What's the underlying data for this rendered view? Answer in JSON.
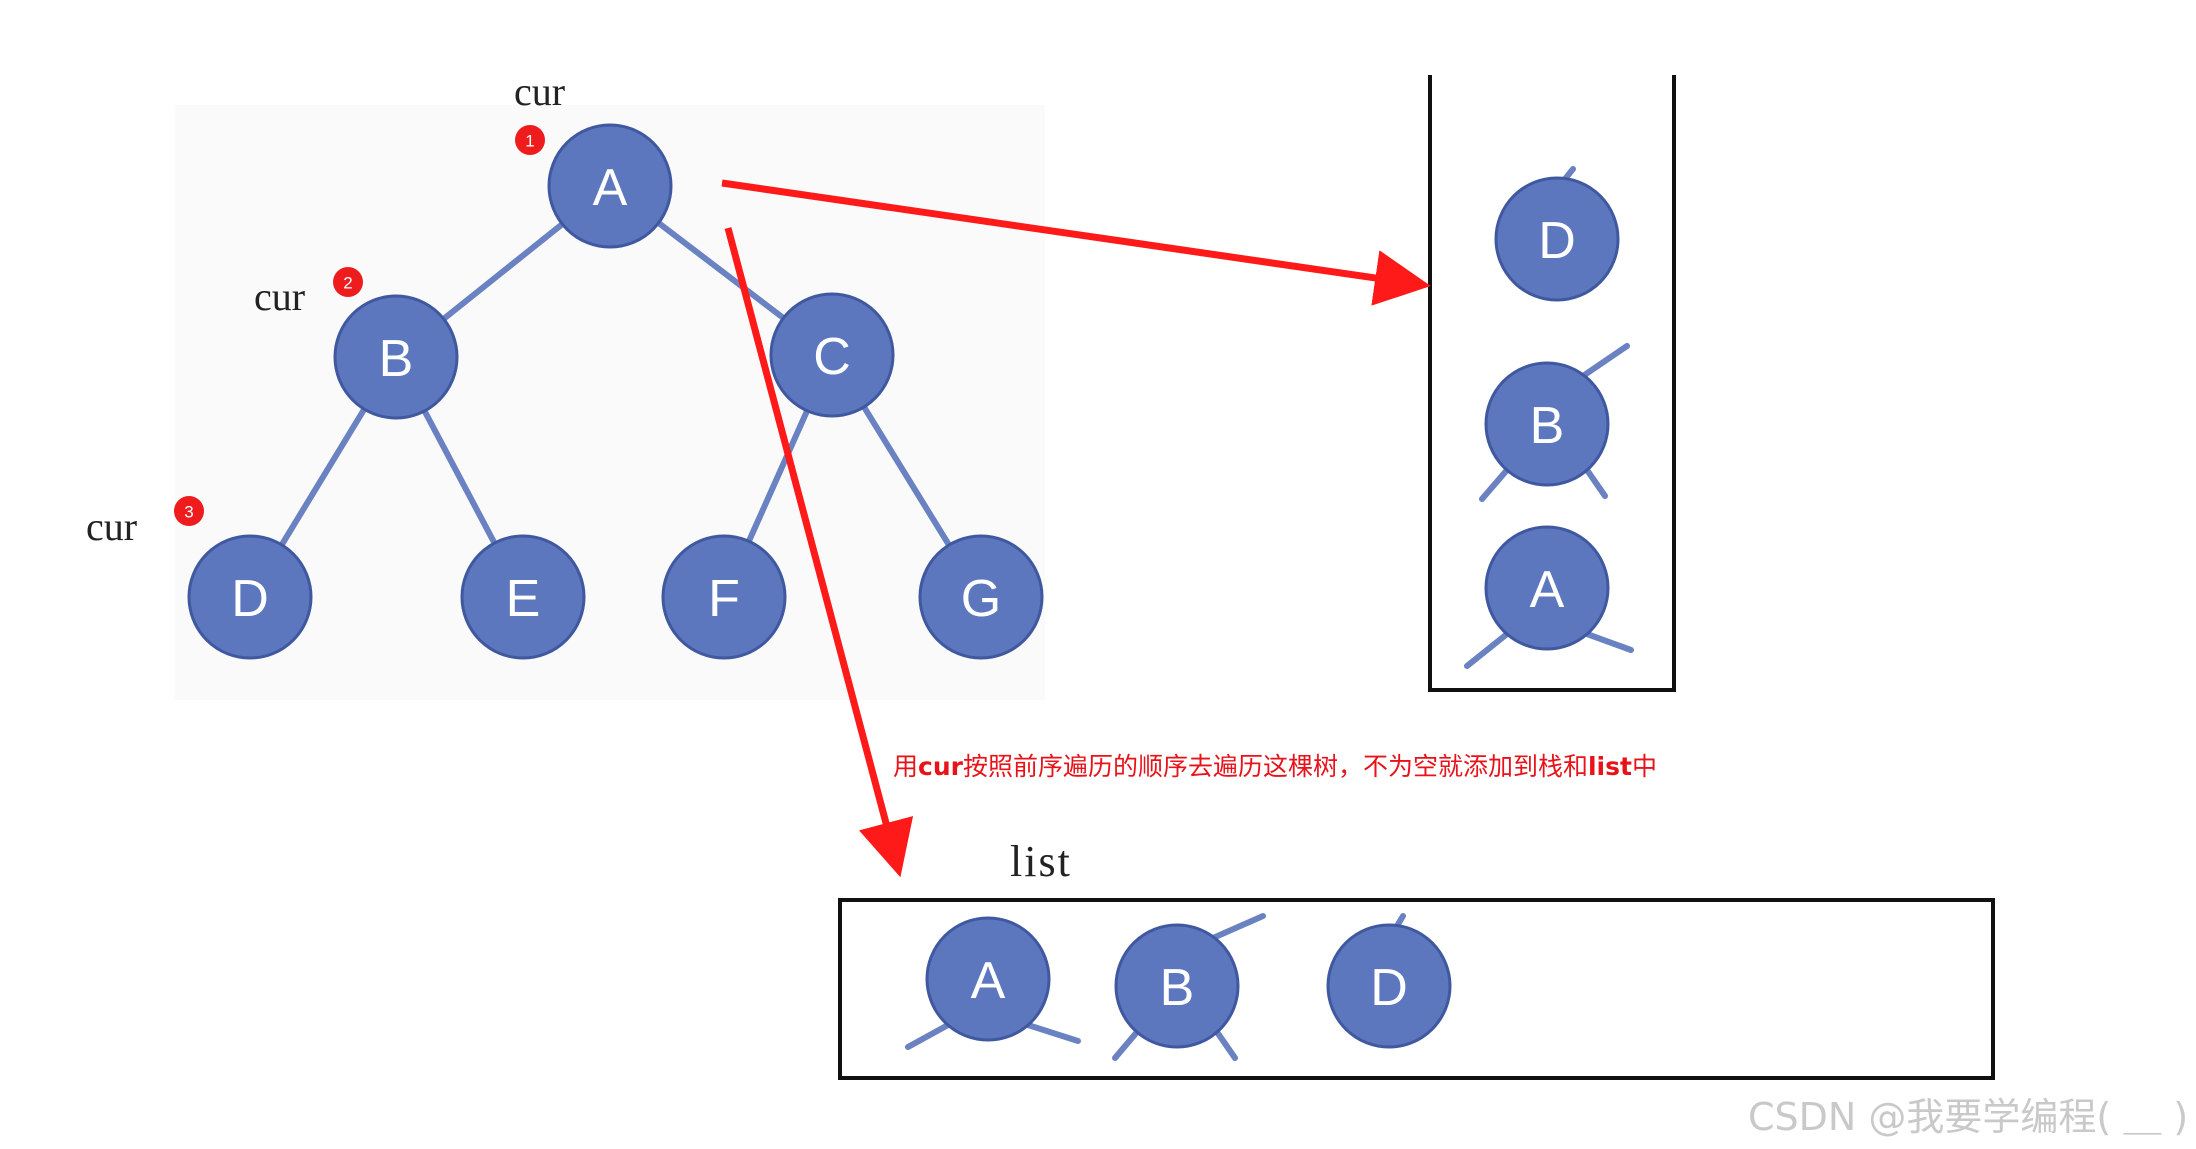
{
  "tree": {
    "nodes": [
      {
        "id": "A",
        "label": "A"
      },
      {
        "id": "B",
        "label": "B"
      },
      {
        "id": "C",
        "label": "C"
      },
      {
        "id": "D",
        "label": "D"
      },
      {
        "id": "E",
        "label": "E"
      },
      {
        "id": "F",
        "label": "F"
      },
      {
        "id": "G",
        "label": "G"
      }
    ],
    "edges": [
      [
        "A",
        "B"
      ],
      [
        "A",
        "C"
      ],
      [
        "B",
        "D"
      ],
      [
        "B",
        "E"
      ],
      [
        "C",
        "F"
      ],
      [
        "C",
        "G"
      ]
    ]
  },
  "cursors": [
    {
      "label": "cur",
      "badge": "1",
      "target": "A"
    },
    {
      "label": "cur",
      "badge": "2",
      "target": "B"
    },
    {
      "label": "cur",
      "badge": "3",
      "target": "D"
    }
  ],
  "stack": {
    "items": [
      "D",
      "B",
      "A"
    ]
  },
  "list": {
    "label": "list",
    "items": [
      "A",
      "B",
      "D"
    ]
  },
  "caption": {
    "parts": [
      {
        "text": "用",
        "bold": false
      },
      {
        "text": "cur",
        "bold": true
      },
      {
        "text": "按照前序遍历的顺序去遍历这棵树，不为空就添加到栈和",
        "bold": false
      },
      {
        "text": "list",
        "bold": true
      },
      {
        "text": "中",
        "bold": false
      }
    ]
  },
  "watermark": "CSDN @我要学编程( ＿ )",
  "colors": {
    "node": "#5c77be",
    "arrow": "#ff1a1a",
    "caption": "#e8131a",
    "badge": "#ee1c1c"
  }
}
